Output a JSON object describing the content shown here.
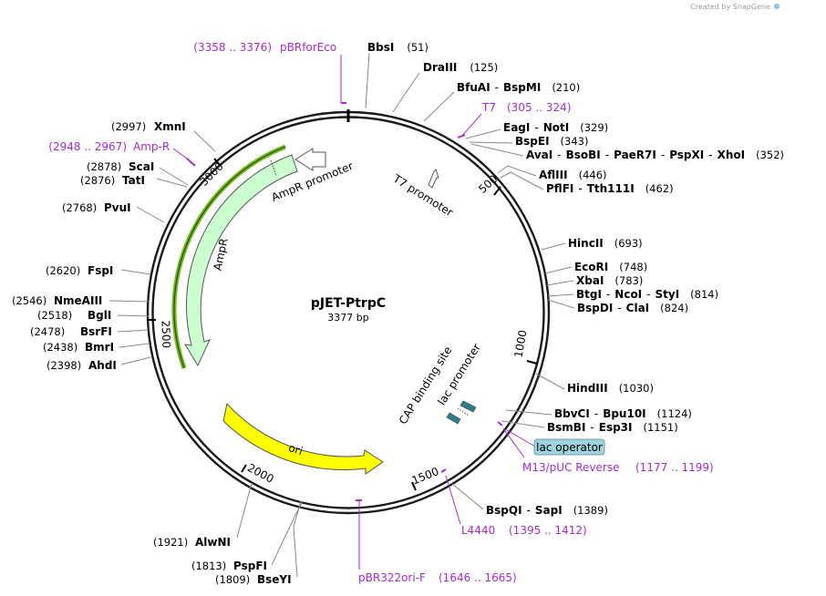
{
  "credit": "Created by SnapGene",
  "plasmid": {
    "name": "pJET-PtrpC",
    "length_label": "3377 bp"
  },
  "ticks": [
    "500",
    "1000",
    "1500",
    "2000",
    "2500",
    "3000"
  ],
  "features": {
    "ampr": "AmpR",
    "ampr_promoter": "AmpR promoter",
    "ori": "ori",
    "t7_promoter": "T7 promoter",
    "lac_promoter": "lac promoter",
    "cap_site": "CAP binding site",
    "lac_operator": "lac operator"
  },
  "enzymes": [
    {
      "id": "bbsi",
      "names": [
        "BbsI"
      ],
      "pos": "(51)"
    },
    {
      "id": "draiii",
      "names": [
        "DraIII"
      ],
      "pos": "(125)"
    },
    {
      "id": "bfuai",
      "names": [
        "BfuAI",
        "BspMI"
      ],
      "pos": "(210)"
    },
    {
      "id": "eagi",
      "names": [
        "EagI",
        "NotI"
      ],
      "pos": "(329)"
    },
    {
      "id": "bspei",
      "names": [
        "BspEI"
      ],
      "pos": "(343)"
    },
    {
      "id": "avai",
      "names": [
        "AvaI",
        "BsoBI",
        "PaeR7I",
        "PspXI",
        "XhoI"
      ],
      "pos": "(352)"
    },
    {
      "id": "afliii",
      "names": [
        "AflIII"
      ],
      "pos": "(446)"
    },
    {
      "id": "pflfi",
      "names": [
        "PflFI",
        "Tth111I"
      ],
      "pos": "(462)"
    },
    {
      "id": "hincii",
      "names": [
        "HincII"
      ],
      "pos": "(693)"
    },
    {
      "id": "ecori",
      "names": [
        "EcoRI"
      ],
      "pos": "(748)"
    },
    {
      "id": "xbai",
      "names": [
        "XbaI"
      ],
      "pos": "(783)"
    },
    {
      "id": "btgi",
      "names": [
        "BtgI",
        "NcoI",
        "StyI"
      ],
      "pos": "(814)"
    },
    {
      "id": "bspdi",
      "names": [
        "BspDI",
        "ClaI"
      ],
      "pos": "(824)"
    },
    {
      "id": "hindiii",
      "names": [
        "HindIII"
      ],
      "pos": "(1030)"
    },
    {
      "id": "bbvci",
      "names": [
        "BbvCI",
        "Bpu10I"
      ],
      "pos": "(1124)"
    },
    {
      "id": "bsmbi",
      "names": [
        "BsmBI",
        "Esp3I"
      ],
      "pos": "(1151)"
    },
    {
      "id": "bspqi",
      "names": [
        "BspQI",
        "SapI"
      ],
      "pos": "(1389)"
    },
    {
      "id": "alwni",
      "names": [
        "AlwNI"
      ],
      "pos": "(1921)"
    },
    {
      "id": "pspfi",
      "names": [
        "PspFI"
      ],
      "pos": "(1813)"
    },
    {
      "id": "bseyi",
      "names": [
        "BseYI"
      ],
      "pos": "(1809)"
    },
    {
      "id": "ahdi",
      "names": [
        "AhdI"
      ],
      "pos": "(2398)"
    },
    {
      "id": "bmri",
      "names": [
        "BmrI"
      ],
      "pos": "(2438)"
    },
    {
      "id": "bsrfi",
      "names": [
        "BsrFI"
      ],
      "pos": "(2478)"
    },
    {
      "id": "bgli",
      "names": [
        "BglI"
      ],
      "pos": "(2518)"
    },
    {
      "id": "nmeaiii",
      "names": [
        "NmeAIII"
      ],
      "pos": "(2546)"
    },
    {
      "id": "fspi",
      "names": [
        "FspI"
      ],
      "pos": "(2620)"
    },
    {
      "id": "pvui",
      "names": [
        "PvuI"
      ],
      "pos": "(2768)"
    },
    {
      "id": "tati",
      "names": [
        "TatI"
      ],
      "pos": "(2876)"
    },
    {
      "id": "scai",
      "names": [
        "ScaI"
      ],
      "pos": "(2878)"
    },
    {
      "id": "xmni",
      "names": [
        "XmnI"
      ],
      "pos": "(2997)"
    }
  ],
  "primers": [
    {
      "id": "pbrforeco",
      "name": "pBRforEco",
      "range": "(3358 .. 3376)"
    },
    {
      "id": "t7",
      "name": "T7",
      "range": "(305 .. 324)"
    },
    {
      "id": "m13",
      "name": "M13/pUC Reverse",
      "range": "(1177 .. 1199)"
    },
    {
      "id": "l4440",
      "name": "L4440",
      "range": "(1395 .. 1412)"
    },
    {
      "id": "pbr322ori",
      "name": "pBR322ori-F",
      "range": "(1646 .. 1665)"
    },
    {
      "id": "ampr_primer",
      "name": "Amp-R",
      "range": "(2948 .. 2967)"
    }
  ],
  "colors": {
    "backbone": "#1a1a1a",
    "primer": "#a52acf",
    "ampr_fill": "#ccffd0",
    "ori_fill": "#ffff00",
    "ampr_bar": "#74b819",
    "lac_operator_fill": "#9fd2dc",
    "lac_promoter_fill": "#2a7f8f"
  }
}
